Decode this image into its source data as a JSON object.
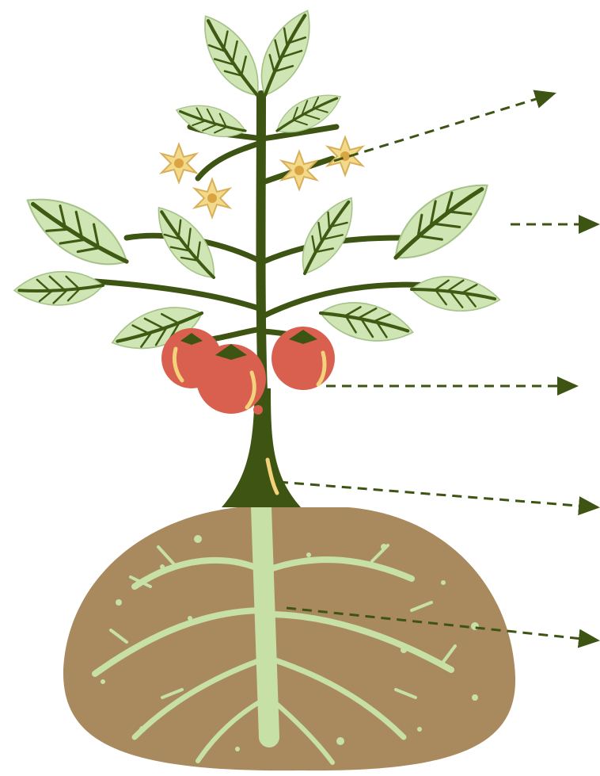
{
  "diagram": {
    "subject": "plant-parts",
    "pointers": [
      {
        "id": "flower",
        "target": "flower-icon"
      },
      {
        "id": "leaf",
        "target": "leaf-icon"
      },
      {
        "id": "fruit",
        "target": "fruit-icon"
      },
      {
        "id": "stem",
        "target": "stem-icon"
      },
      {
        "id": "root",
        "target": "root-icon"
      }
    ],
    "labels": [
      "",
      "",
      "",
      "",
      ""
    ]
  },
  "colors": {
    "leaf_fill": "#cfe6b4",
    "leaf_vein": "#3f5a12",
    "stem": "#3d5412",
    "flower": "#f3d98a",
    "flower_center": "#d9a441",
    "fruit": "#d9604f",
    "fruit_highlight": "#f2d27a",
    "soil": "#a98a5e",
    "root": "#c7e0a6",
    "pointer": "#3d5412"
  }
}
